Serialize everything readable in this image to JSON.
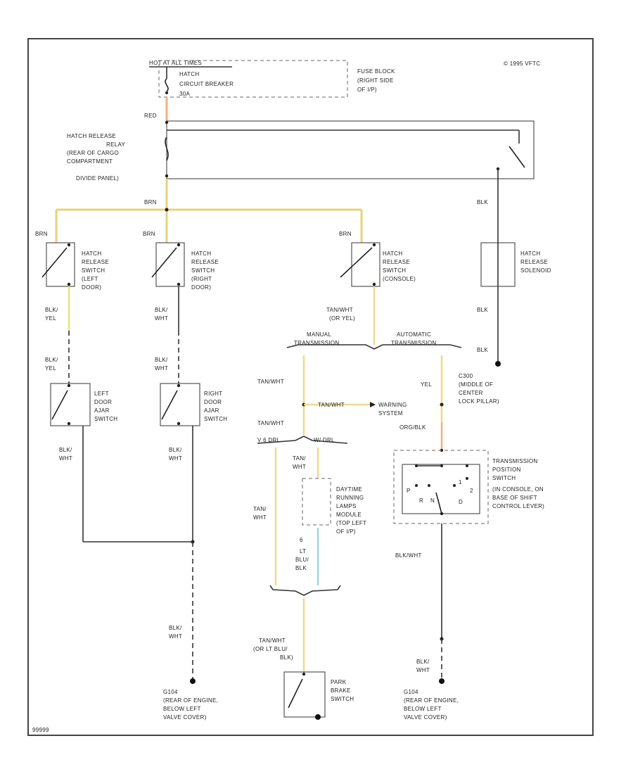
{
  "labels": {
    "copyright": "© 1995 VFTC",
    "hot_at_all_times": "HOT AT ALL TIMES",
    "breaker_1": "HATCH",
    "breaker_2": "CIRCUIT BREAKER",
    "breaker_3": "30A",
    "fuse_1": "FUSE BLOCK",
    "fuse_2": "(RIGHT SIDE",
    "fuse_3": "OF I/P)",
    "wire_red": "RED",
    "relay_1": "HATCH RELEASE",
    "relay_2": "RELAY",
    "relay_3": "(REAR OF CARGO",
    "relay_4": "COMPARTMENT",
    "relay_5": "DIVIDE PANEL)",
    "brn_main": "BRN",
    "brn_1": "BRN",
    "brn_2": "BRN",
    "brn_3": "BRN",
    "blk_top": "BLK",
    "sw_left_1": "HATCH",
    "sw_left_2": "RELEASE",
    "sw_left_3": "SWITCH",
    "sw_left_4": "(LEFT",
    "sw_left_5": "DOOR)",
    "sw_right_1": "HATCH",
    "sw_right_2": "RELEASE",
    "sw_right_3": "SWITCH",
    "sw_right_4": "(RIGHT",
    "sw_right_5": "DOOR)",
    "sw_console_1": "HATCH",
    "sw_console_2": "RELEASE",
    "sw_console_3": "SWITCH",
    "sw_console_4": "(CONSOLE)",
    "sol_1": "HATCH",
    "sol_2": "RELEASE",
    "sol_3": "SOLENOID",
    "blk_yel_a1": "BLK/",
    "blk_yel_a2": "YEL",
    "blk_wht_a1": "BLK/",
    "blk_wht_a2": "WHT",
    "blk_yel_b1": "BLK/",
    "blk_yel_b2": "YEL",
    "blk_wht_b1": "BLK/",
    "blk_wht_b2": "WHT",
    "tan_wht_1": "TAN/WHT",
    "tan_wht_2": "(OR YEL)",
    "manual_1": "MANUAL",
    "manual_2": "TRANSMISSION",
    "auto_1": "AUTOMATIC",
    "auto_2": "TRANSMISSION",
    "blk_mid": "BLK",
    "blk_bot": "BLK",
    "ground_c300_1": "C300",
    "ground_c300_2": "(MIDDLE OF",
    "ground_c300_3": "CENTER",
    "ground_c300_4": "LOCK PILLAR)",
    "left_lock_1": "LEFT",
    "left_lock_2": "DOOR",
    "left_lock_3": "AJAR",
    "left_lock_4": "SWITCH",
    "right_lock_1": "RIGHT",
    "right_lock_2": "DOOR",
    "right_lock_3": "AJAR",
    "right_lock_4": "SWITCH",
    "tan_wht_left": "TAN/WHT",
    "tan_wht_mid": "TAN/WHT",
    "warning_1": "WARNING",
    "warning_2": "SYSTEM",
    "yel": "YEL",
    "tan_wht_left2": "TAN/WHT",
    "orgblk": "ORG/BLK",
    "blk_wht_c1": "BLK/",
    "blk_wht_c2": "WHT",
    "blk_wht_d1": "BLK/",
    "blk_wht_d2": "WHT",
    "v_dual_1": "V 6 DRL",
    "v_dual_2": "W/ DRL",
    "tan_wht_v1": "TAN/",
    "tan_wht_v2": "WHT",
    "tan_wht_v3": "TAN/",
    "tan_wht_v4": "WHT",
    "drl_1": "DAYTIME",
    "drl_2": "RUNNING",
    "drl_3": "LAMPS",
    "drl_4": "MODULE",
    "drl_5": "(TOP LEFT",
    "drl_6": "OF I/P)",
    "lt_blu_1": "6",
    "lt_blu_2": "LT",
    "lt_blu_3": "BLU/",
    "lt_blu_4": "BLK",
    "tps_1": "TRANSMISSION",
    "tps_2": "POSITION",
    "tps_3": "SWITCH",
    "tps_4": "(IN CONSOLE, ON",
    "tps_5": "BASE OF SHIFT",
    "tps_6": "CONTROL LEVER)",
    "blk_wht_tps": "BLK/WHT",
    "blk_wht_g1": "BLK/",
    "blk_wht_g2": "WHT",
    "tan_wht_bot_1": "TAN/WHT",
    "tan_wht_bot_2": "(OR LT BLU/",
    "tan_wht_bot_3": "BLK)",
    "park_1": "PARK",
    "park_2": "BRAKE",
    "park_3": "SWITCH",
    "blk_wht_h1": "BLK/",
    "blk_wht_h2": "WHT",
    "g104_l1": "G104",
    "g104_l2": "(REAR OF ENGINE,",
    "g104_l3": "BELOW LEFT",
    "g104_l4": "VALVE COVER)",
    "g104_r1": "G104",
    "g104_r2": "(REAR OF ENGINE,",
    "g104_r3": "BELOW LEFT",
    "g104_r4": "VALVE COVER)",
    "tps_p": "P",
    "tps_r": "R",
    "tps_n": "N",
    "tps_d": "D",
    "tps_2g": "2",
    "tps_1g": "1",
    "ref_code": "99999"
  },
  "colors": {
    "frame": "#444444",
    "wire_default": "#333333",
    "wire_brn": "#e8d27a",
    "wire_red": "#f0b27a",
    "wire_yel": "#eede7a",
    "wire_tan": "#f0d890",
    "wire_ltblu": "#9fd8d8"
  }
}
